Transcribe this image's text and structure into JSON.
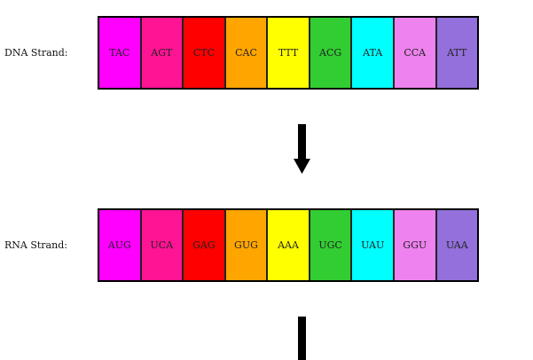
{
  "dna": {
    "label": "DNA Strand:",
    "codons": [
      {
        "text": "TAC",
        "color": "#ff00ff"
      },
      {
        "text": "AGT",
        "color": "#ff1493"
      },
      {
        "text": "CTC",
        "color": "#ff0000"
      },
      {
        "text": "CAC",
        "color": "#ffa500"
      },
      {
        "text": "TTT",
        "color": "#ffff00"
      },
      {
        "text": "ACG",
        "color": "#32cd32"
      },
      {
        "text": "ATA",
        "color": "#00ffff"
      },
      {
        "text": "CCA",
        "color": "#ee82ee"
      },
      {
        "text": "ATT",
        "color": "#9370db"
      }
    ]
  },
  "rna": {
    "label": "RNA Strand:",
    "codons": [
      {
        "text": "AUG",
        "color": "#ff00ff"
      },
      {
        "text": "UCA",
        "color": "#ff1493"
      },
      {
        "text": "GAG",
        "color": "#ff0000"
      },
      {
        "text": "GUG",
        "color": "#ffa500"
      },
      {
        "text": "AAA",
        "color": "#ffff00"
      },
      {
        "text": "UGC",
        "color": "#32cd32"
      },
      {
        "text": "UAU",
        "color": "#00ffff"
      },
      {
        "text": "GGU",
        "color": "#ee82ee"
      },
      {
        "text": "UAA",
        "color": "#9370db"
      }
    ]
  }
}
